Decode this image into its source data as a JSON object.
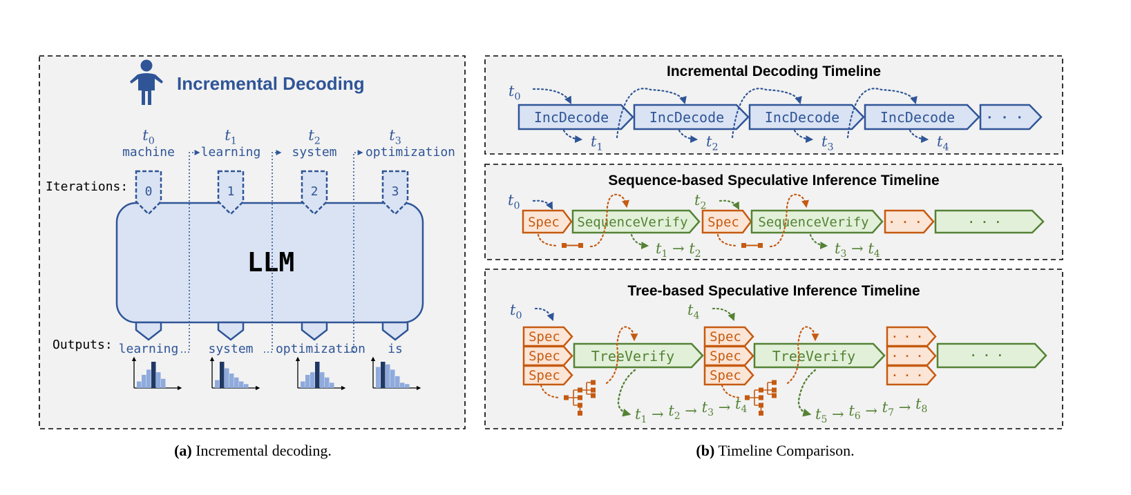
{
  "panel_a": {
    "title": "Incremental Decoding",
    "iterations_label": "Iterations:",
    "outputs_label": "Outputs:",
    "llm_label": "LLM",
    "tokens": [
      "machine",
      "learning",
      "system",
      "optimization"
    ],
    "token_vars": [
      {
        "base": "t",
        "sub": "0"
      },
      {
        "base": "t",
        "sub": "1"
      },
      {
        "base": "t",
        "sub": "2"
      },
      {
        "base": "t",
        "sub": "3"
      }
    ],
    "iteration_numbers": [
      "0",
      "1",
      "2",
      "3"
    ],
    "outputs": [
      "learning",
      "system",
      "optimization",
      "is"
    ],
    "histograms": [
      [
        0.25,
        0.5,
        0.7,
        1.0,
        0.6,
        0.35
      ],
      [
        0.3,
        1.0,
        0.75,
        0.55,
        0.4,
        0.25,
        0.15
      ],
      [
        0.25,
        0.5,
        0.6,
        1.0,
        0.6,
        0.4,
        0.2
      ],
      [
        0.8,
        1.0,
        0.9,
        0.7,
        0.45,
        0.2,
        0.15
      ]
    ],
    "caption_label": "(a)",
    "caption_text": "Incremental decoding."
  },
  "panel_b": {
    "incremental": {
      "title": "Incremental Decoding Timeline",
      "box_label": "IncDecode",
      "ellipsis": "· · ·",
      "start_var": {
        "base": "t",
        "sub": "0"
      },
      "out_vars": [
        {
          "base": "t",
          "sub": "1"
        },
        {
          "base": "t",
          "sub": "2"
        },
        {
          "base": "t",
          "sub": "3"
        },
        {
          "base": "t",
          "sub": "4"
        }
      ]
    },
    "sequence": {
      "title": "Sequence-based Speculative Inference Timeline",
      "spec_label": "Spec",
      "verify_label": "SequenceVerify",
      "ellipsis": "· · ·",
      "start_vars": [
        {
          "base": "t",
          "sub": "0"
        },
        {
          "base": "t",
          "sub": "2"
        }
      ],
      "results": [
        {
          "from": {
            "base": "t",
            "sub": "1"
          },
          "to": {
            "base": "t",
            "sub": "2"
          }
        },
        {
          "from": {
            "base": "t",
            "sub": "3"
          },
          "to": {
            "base": "t",
            "sub": "4"
          }
        }
      ]
    },
    "tree": {
      "title": "Tree-based Speculative Inference Timeline",
      "spec_label": "Spec",
      "verify_label": "TreeVerify",
      "ellipsis": "· · ·",
      "start_vars": [
        {
          "base": "t",
          "sub": "0"
        },
        {
          "base": "t",
          "sub": "4"
        }
      ],
      "results": [
        [
          "1",
          "2",
          "3",
          "4"
        ],
        [
          "5",
          "6",
          "7",
          "8"
        ]
      ],
      "result_base": "t",
      "arrow": "→"
    },
    "caption_label": "(b)",
    "caption_text": "Timeline Comparison."
  },
  "colors": {
    "blue": "#2f5597",
    "blue_fill": "#dae3f3",
    "orange": "#c55a11",
    "orange_fill": "#fbe5d6",
    "green": "#548235",
    "green_fill": "#e2f0d9",
    "panel_bg": "#f2f2f2",
    "hist_light": "#8faadc",
    "hist_dark": "#203864"
  }
}
